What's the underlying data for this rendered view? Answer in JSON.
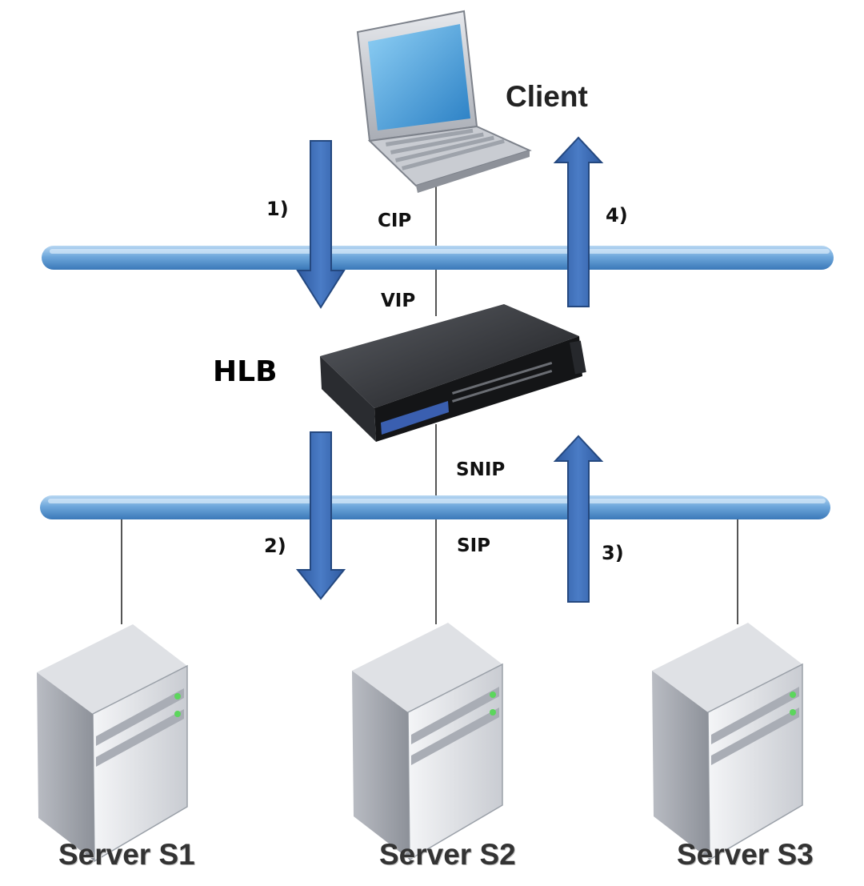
{
  "nodes": {
    "client": "Client",
    "hlb": "HLB",
    "servers": [
      "Server S1",
      "Server S2",
      "Server S3"
    ]
  },
  "addresses": {
    "cip": "CIP",
    "vip": "VIP",
    "snip": "SNIP",
    "sip": "SIP"
  },
  "steps": [
    "1)",
    "2)",
    "3)",
    "4)"
  ],
  "colors": {
    "network_bus": "#5b9bd5",
    "flow_arrow": "#3d6bb3"
  }
}
